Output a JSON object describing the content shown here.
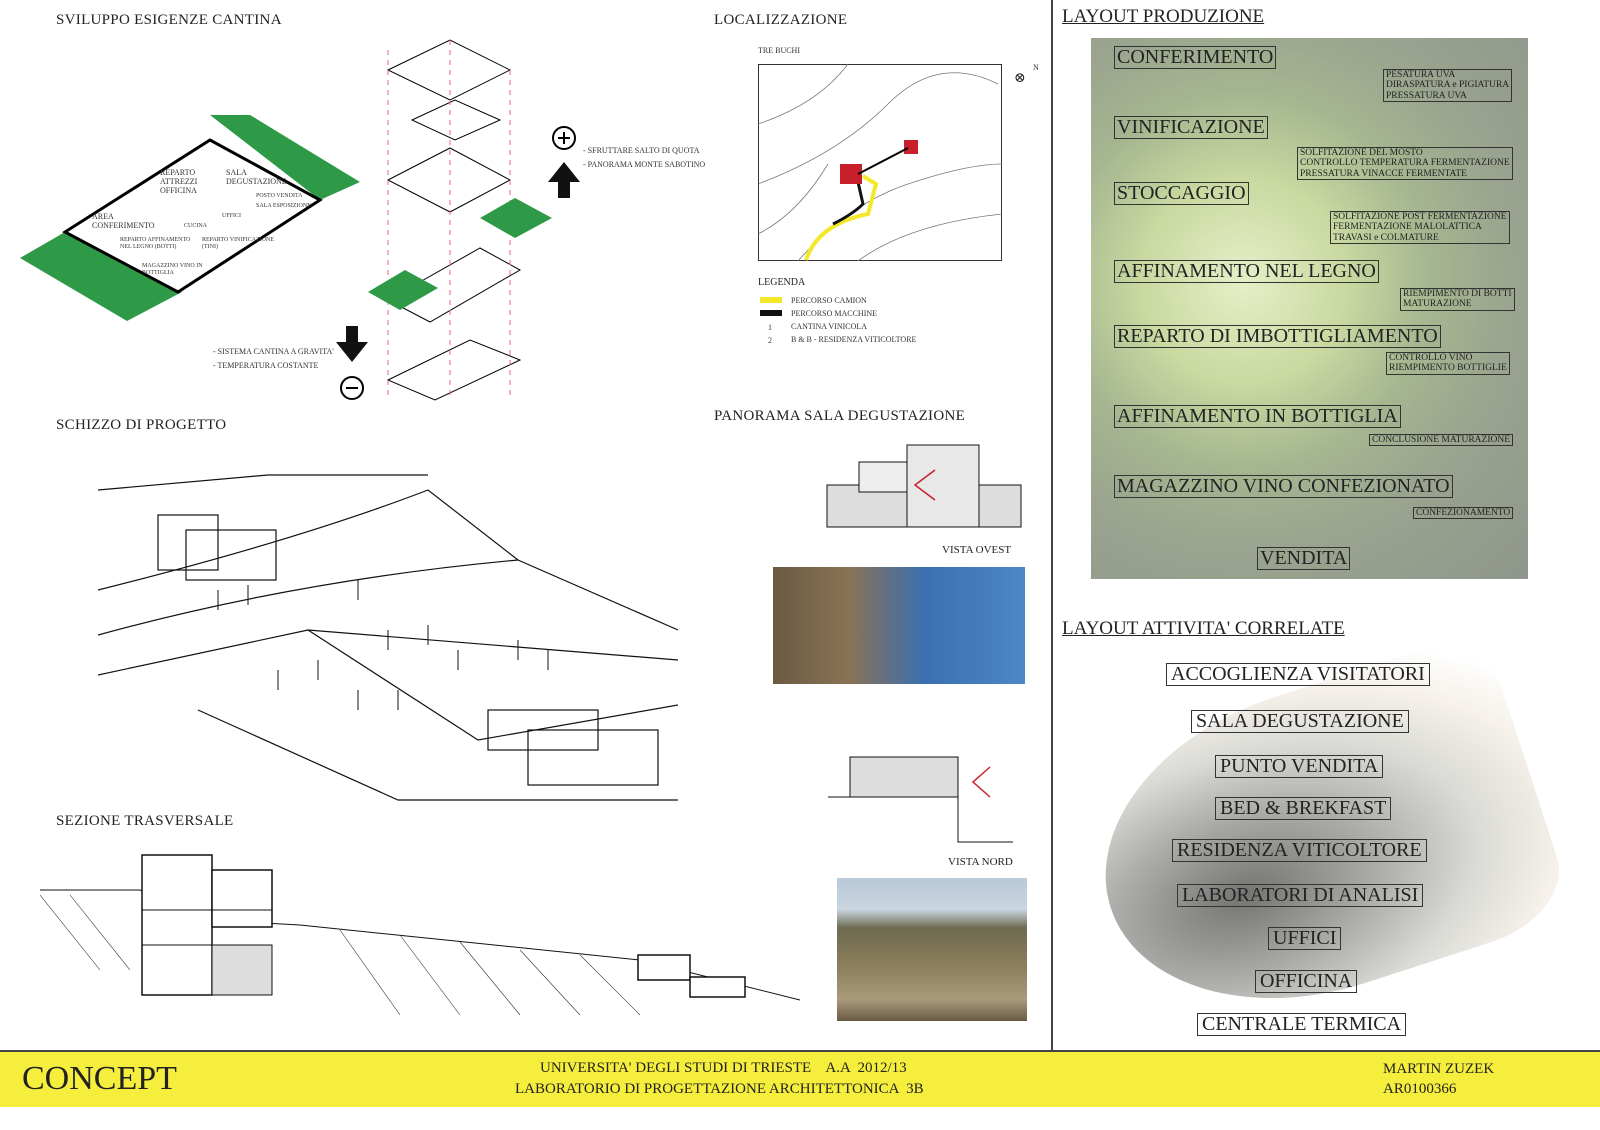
{
  "sections": {
    "sviluppo": "SVILUPPO ESIGENZE CANTINA",
    "localizzazione": "LOCALIZZAZIONE",
    "schizzo": "SCHIZZO DI PROGETTO",
    "panorama": "PANORAMA SALA DEGUSTAZIONE",
    "sezione": "SEZIONE TRASVERSALE",
    "layout_produzione": "LAYOUT PRODUZIONE",
    "layout_attivita": "LAYOUT ATTIVITA' CORRELATE"
  },
  "sviluppo": {
    "plan_labels": [
      "AREA CONFERIMENTO",
      "REPARTO ATTREZZI OFFICINA",
      "SALA DEGUSTAZIONE",
      "POSTO VENDITA",
      "SALA ESPOSIZIONE",
      "UFFICI",
      "CUCINA",
      "REPARTO AFFINAMENTO NEL LEGNO (BOTTI)",
      "REPARTO VINIFICAZIONE (TINI)",
      "MAGAZZINO VINO IN BOTTIGLIA"
    ],
    "up_notes": [
      "- SFRUTTARE SALTO DI QUOTA",
      "- PANORAMA MONTE SABOTINO"
    ],
    "down_notes": [
      "- SISTEMA CANTINA A GRAVITA'",
      "- TEMPERATURA COSTANTE"
    ],
    "plus_icon": "plus-circle",
    "minus_icon": "minus-circle",
    "green": "#2e9a48"
  },
  "localizzazione": {
    "place": "TRE BUCHI",
    "north": "N",
    "legend_title": "LEGENDA",
    "legend": [
      {
        "key": "",
        "label": "PERCORSO CAMION",
        "color": "#f5e82a"
      },
      {
        "key": "",
        "label": "PERCORSO MACCHINE",
        "color": "#111111"
      },
      {
        "key": "1",
        "label": "CANTINA VINICOLA"
      },
      {
        "key": "2",
        "label": "B & B - RESIDENZA VITICOLTORE"
      }
    ]
  },
  "panorama": {
    "vista_ovest": "VISTA OVEST",
    "vista_nord": "VISTA NORD"
  },
  "produzione": [
    {
      "title": "CONFERIMENTO",
      "detail": [
        "PESATURA UVA",
        "DIRASPATURA e PIGIATURA",
        "PRESSATURA UVA"
      ]
    },
    {
      "title": "VINIFICAZIONE",
      "detail": [
        "SOLFITAZIONE DEL MOSTO",
        "CONTROLLO TEMPERATURA FERMENTAZIONE",
        "PRESSATURA VINACCE FERMENTATE"
      ]
    },
    {
      "title": "STOCCAGGIO",
      "detail": [
        "SOLFITAZIONE POST FERMENTAZIONE",
        "FERMENTAZIONE MALOLATTICA",
        "TRAVASI e COLMATURE"
      ]
    },
    {
      "title": "AFFINAMENTO NEL LEGNO",
      "detail": [
        "RIEMPIMENTO DI BOTTI",
        "MATURAZIONE"
      ]
    },
    {
      "title": "REPARTO DI IMBOTTIGLIAMENTO",
      "detail": [
        "CONTROLLO VINO",
        "RIEMPIMENTO BOTTIGLIE"
      ]
    },
    {
      "title": "AFFINAMENTO IN BOTTIGLIA",
      "detail": [
        "CONCLUSIONE MATURAZIONE"
      ]
    },
    {
      "title": "MAGAZZINO VINO CONFEZIONATO",
      "detail": [
        "CONFEZIONAMENTO"
      ]
    },
    {
      "title": "VENDITA",
      "detail": []
    }
  ],
  "attivita": [
    "ACCOGLIENZA VISITATORI",
    "SALA DEGUSTAZIONE",
    "PUNTO VENDITA",
    "BED & BREKFAST",
    "RESIDENZA VITICOLTORE",
    "LABORATORI DI ANALISI",
    "UFFICI",
    "OFFICINA",
    "CENTRALE TERMICA"
  ],
  "footer": {
    "title": "CONCEPT",
    "university": "UNIVERSITA' DEGLI STUDI DI TRIESTE    A.A  2012/13",
    "course": "LABORATORIO DI PROGETTAZIONE ARCHITETTONICA  3B",
    "author": "MARTIN ZUZEK",
    "id": "AR0100366",
    "color": "#f6ee3c"
  }
}
